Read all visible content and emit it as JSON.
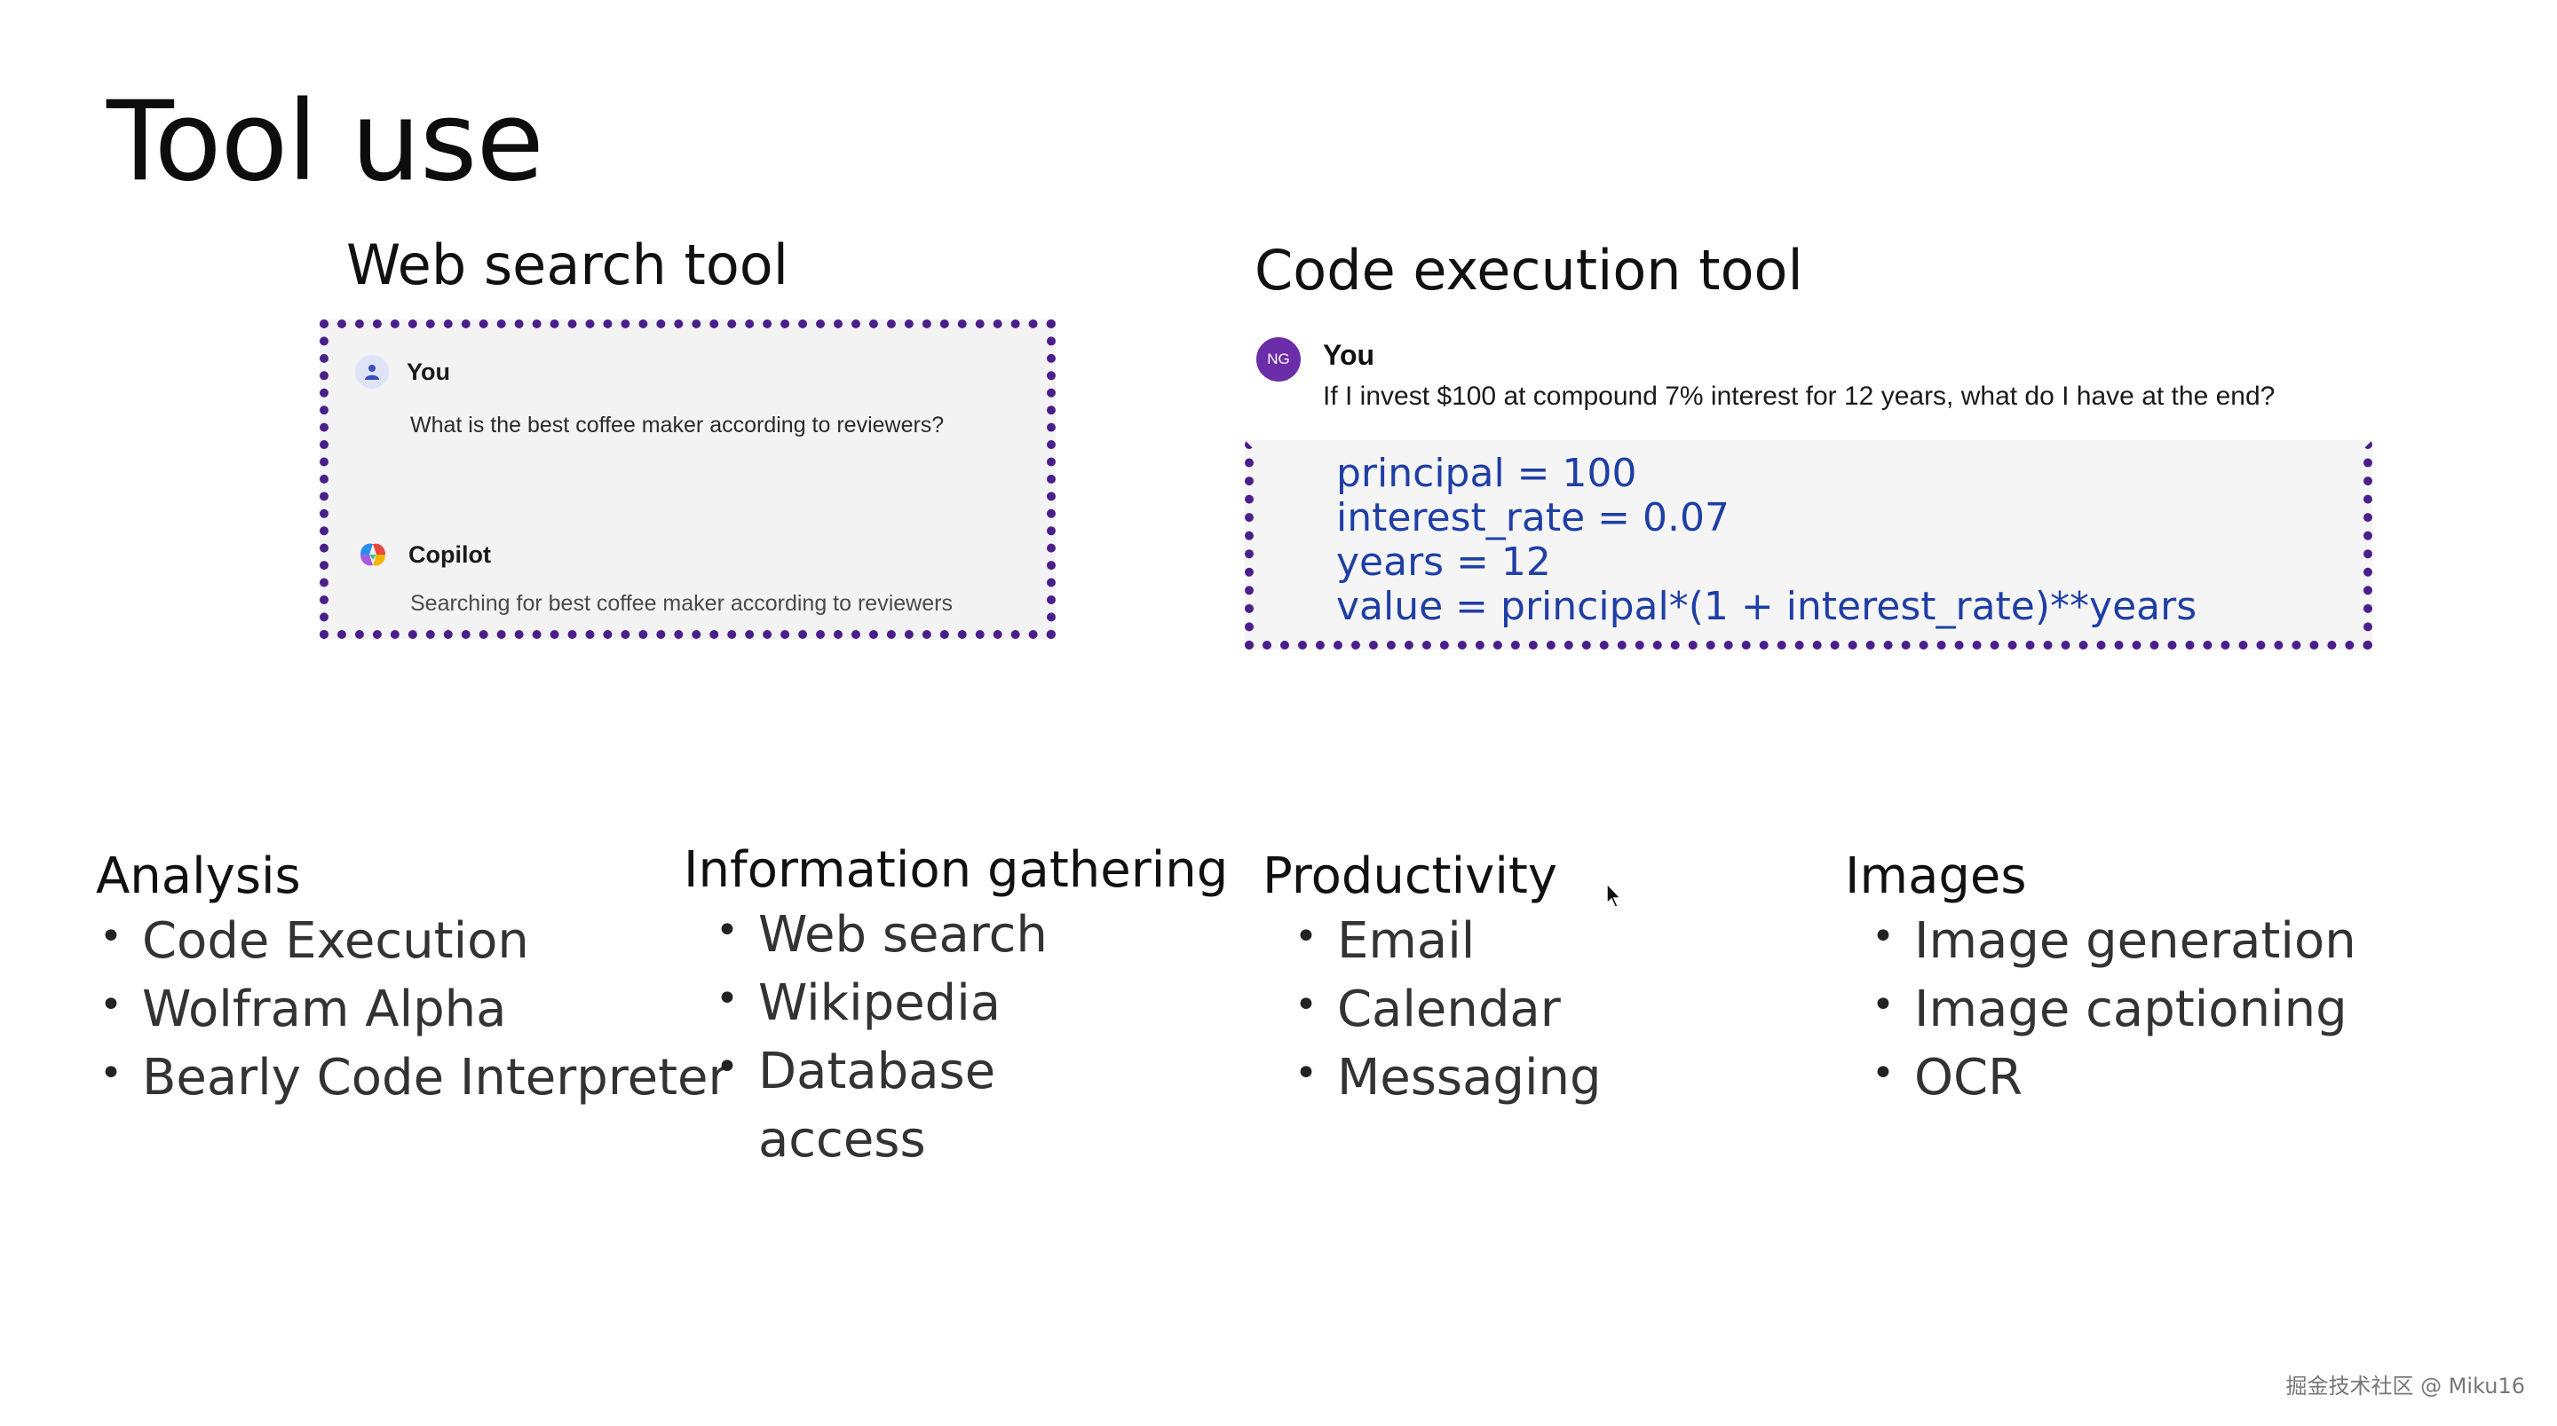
{
  "slide": {
    "title": "Tool use"
  },
  "web_search": {
    "heading": "Web search tool",
    "user_name": "You",
    "user_message": "What is the best coffee maker according to reviewers?",
    "bot_name": "Copilot",
    "bot_message": "Searching for best coffee maker according to reviewers"
  },
  "code_exec": {
    "heading": "Code execution tool",
    "avatar_initials": "NG",
    "user_name": "You",
    "user_message": "If I invest $100 at compound 7% interest for 12 years, what do I have at the end?",
    "code_lines": [
      "principal = 100",
      "interest_rate = 0.07",
      "years = 12",
      "value = principal*(1 + interest_rate)**years"
    ]
  },
  "categories": [
    {
      "heading": "Analysis",
      "items": [
        "Code Execution",
        "Wolfram Alpha",
        "Bearly Code Interpreter"
      ]
    },
    {
      "heading": "Information gathering",
      "items": [
        "Web search",
        "Wikipedia",
        "Database",
        "access"
      ]
    },
    {
      "heading": "Productivity",
      "items": [
        "Email",
        "Calendar",
        "Messaging"
      ]
    },
    {
      "heading": "Images",
      "items": [
        "Image generation",
        "Image captioning",
        "OCR"
      ]
    }
  ],
  "watermark": "掘金技术社区 @ Miku16",
  "colors": {
    "border_purple": "#4a1f8a",
    "code_blue": "#1f3fa5",
    "avatar_purple": "#6b2da8"
  }
}
